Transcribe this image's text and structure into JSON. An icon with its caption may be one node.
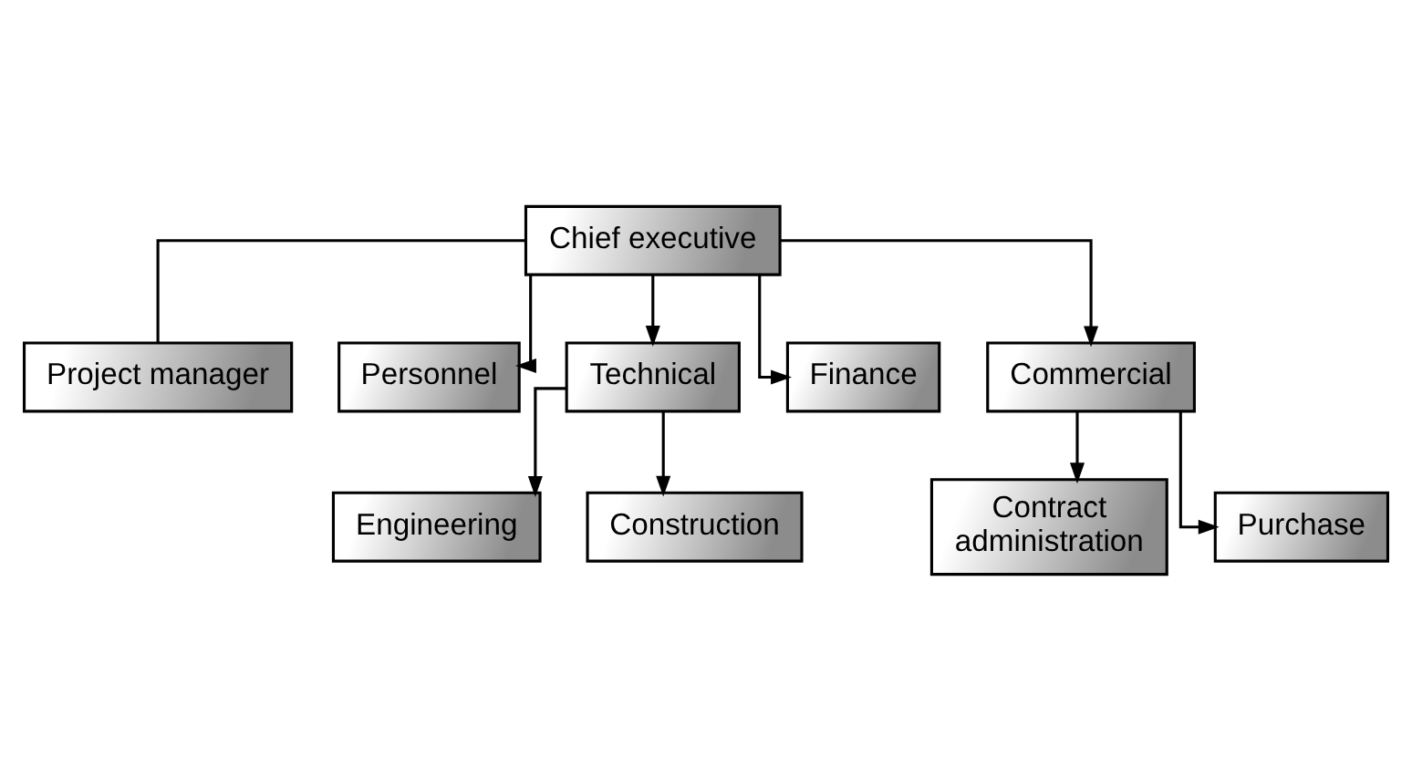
{
  "diagram": {
    "nodes": [
      {
        "text": [
          "Chief executive"
        ]
      },
      {
        "text": [
          "Project manager"
        ]
      },
      {
        "text": [
          "Personnel"
        ]
      },
      {
        "text": [
          "Technical"
        ]
      },
      {
        "text": [
          "Finance"
        ]
      },
      {
        "text": [
          "Commercial"
        ]
      },
      {
        "text": [
          "Engineering"
        ]
      },
      {
        "text": [
          "Construction"
        ]
      },
      {
        "text": [
          "Contract administration"
        ]
      },
      {
        "text": [
          "Purchase"
        ]
      }
    ],
    "edges": [
      {
        "from": 0,
        "to": 1,
        "arrow": "none"
      },
      {
        "from": 0,
        "to": 2,
        "arrow": "to"
      },
      {
        "from": 0,
        "to": 3,
        "arrow": "to"
      },
      {
        "from": 0,
        "to": 4,
        "arrow": "to"
      },
      {
        "from": 0,
        "to": 5,
        "arrow": "to"
      },
      {
        "from": 3,
        "to": 6,
        "arrow": "to"
      },
      {
        "from": 3,
        "to": 7,
        "arrow": "to"
      },
      {
        "from": 5,
        "to": 8,
        "arrow": "to"
      },
      {
        "from": 5,
        "to": 9,
        "arrow": "to"
      }
    ]
  }
}
